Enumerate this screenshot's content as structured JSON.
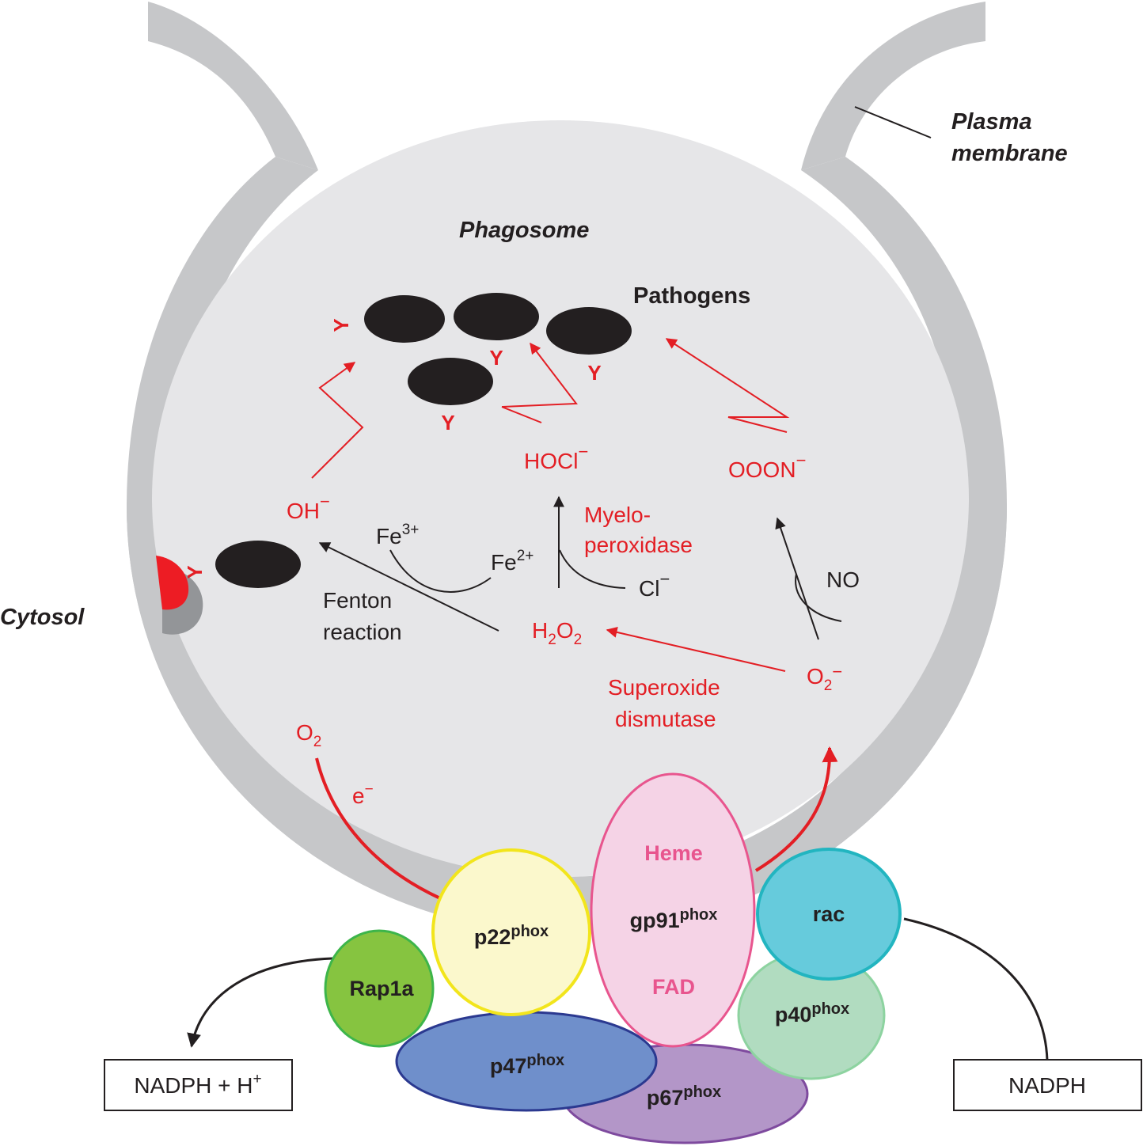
{
  "title": "NADPH oxidase in the phagosome",
  "colors": {
    "membrane": "#c6c7c9",
    "phagosome_lumen": "#e6e6e8",
    "reaction_red": "#e31e24",
    "text_black": "#231f20",
    "pathogen": "#231f20",
    "heme_fad_pink": "#e8558e"
  },
  "regions": {
    "plasma_membrane_line1": "Plasma",
    "plasma_membrane_line2": "membrane",
    "phagosome": "Phagosome",
    "cytosol": "Cytosol",
    "pathogens": "Pathogens"
  },
  "reactions": {
    "o2": {
      "base": "O",
      "sub": "2"
    },
    "electron": {
      "base": "e",
      "sup": "−"
    },
    "superoxide": {
      "base": "O",
      "sub": "2",
      "sup": "−"
    },
    "sod_line1": "Superoxide",
    "sod_line2": "dismutase",
    "h2o2": {
      "a": "H",
      "sub1": "2",
      "b": "O",
      "sub2": "2"
    },
    "fenton_line1": "Fenton",
    "fenton_line2": "reaction",
    "fe3": {
      "base": "Fe",
      "sup": "3+"
    },
    "fe2": {
      "base": "Fe",
      "sup": "2+"
    },
    "hydroxyl": {
      "base": "OH",
      "sup": "−"
    },
    "mpo_line1": "Myelo-",
    "mpo_line2": "peroxidase",
    "chloride": {
      "base": "Cl",
      "sup": "−"
    },
    "hocl": {
      "base": "HOCl",
      "sup": "−"
    },
    "no": "NO",
    "peroxynitrite": {
      "base": "OOON",
      "sup": "−"
    },
    "antibody_glyph": "Y"
  },
  "complex": {
    "gp91": {
      "base": "gp91",
      "sup": "phox",
      "top": "Heme",
      "bottom": "FAD",
      "fill": "#f5d3e6",
      "stroke": "#e8558e"
    },
    "p22": {
      "base": "p22",
      "sup": "phox",
      "fill": "#fbf8cc",
      "stroke": "#f2e51c"
    },
    "rap1a": {
      "label": "Rap1a",
      "fill": "#86c440",
      "stroke": "#3db54a"
    },
    "p47": {
      "base": "p47",
      "sup": "phox",
      "fill": "#6f8fcb",
      "stroke": "#2b3990"
    },
    "p67": {
      "base": "p67",
      "sup": "phox",
      "fill": "#b396c8",
      "stroke": "#7e4a9e"
    },
    "rac": {
      "label": "rac",
      "fill": "#66cbdc",
      "stroke": "#22b5c0"
    },
    "p40": {
      "base": "p40",
      "sup": "phox",
      "fill": "#b1dcc0",
      "stroke": "#8dd3a0"
    }
  },
  "cofactors": {
    "product_box": {
      "base": "NADPH + H",
      "sup": "+"
    },
    "substrate_box": "NADPH"
  }
}
